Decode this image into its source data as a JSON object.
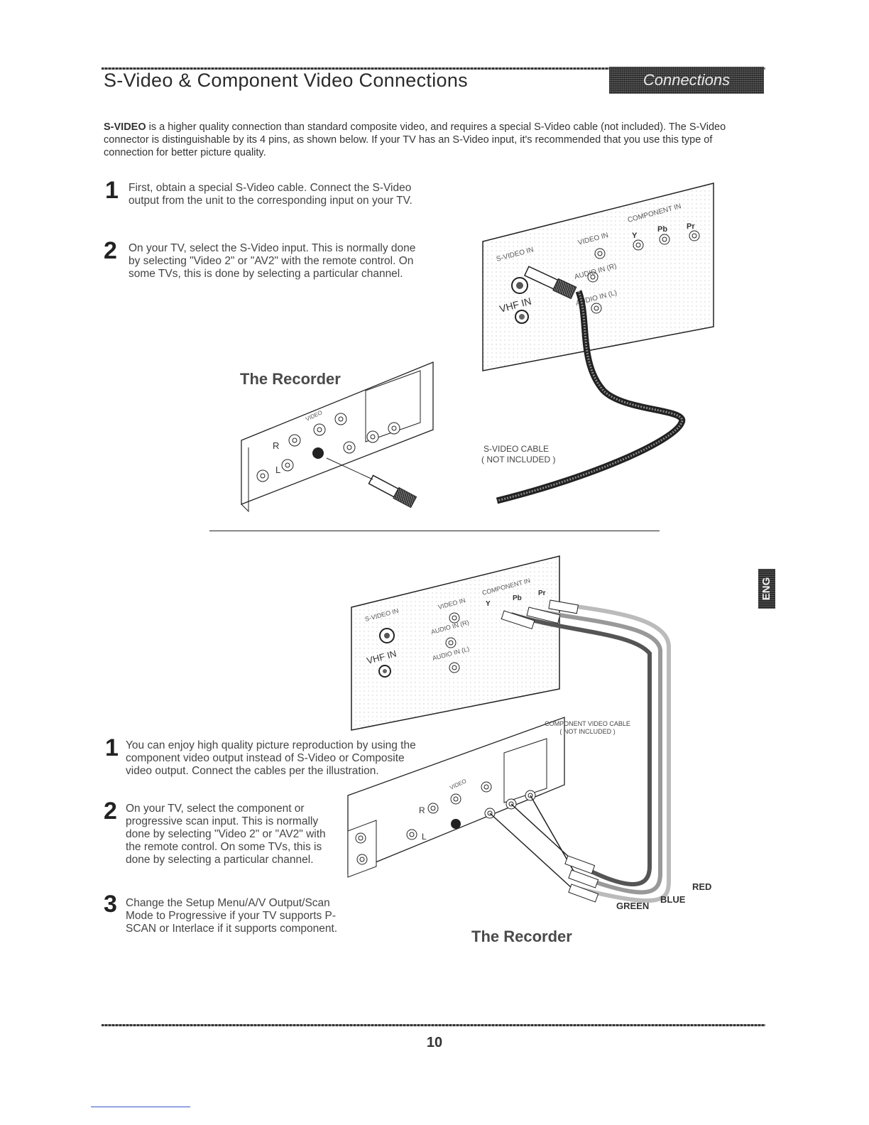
{
  "header": {
    "title": "S-Video & Component Video Connections",
    "section_tab": "Connections"
  },
  "intro": {
    "lead": "S-VIDEO",
    "body": " is a higher quality connection than standard composite video, and requires a special S-Video cable (not included). The S-Video connector is distinguishable by its 4 pins, as shown below. If your TV has an S-Video input, it's recommended that you use this type of connection for better picture quality."
  },
  "svideo_steps": [
    {
      "num": "1",
      "text": "First, obtain a special S-Video cable. Connect the S-Video output from the unit to the corresponding input on your TV."
    },
    {
      "num": "2",
      "text": "On your TV, select the S-Video input. This is normally done by selecting \"Video 2\" or \"AV2\" with the remote control. On some TVs, this is done by selecting a particular channel."
    }
  ],
  "component_steps": [
    {
      "num": "1",
      "text": "You can enjoy high quality picture reproduction by using the component video output instead of S-Video or Composite video output. Connect the cables per the illustration."
    },
    {
      "num": "2",
      "text": "On your TV, select the component or progressive scan input. This is normally done by selecting \"Video 2\" or \"AV2\" with the remote control. On some TVs, this is done by selecting a particular channel."
    },
    {
      "num": "3",
      "text": "Change the Setup Menu/A/V Output/Scan Mode to Progressive if your TV supports P-SCAN or Interlace if it supports component."
    }
  ],
  "diagram_labels": {
    "recorder": "The Recorder",
    "svideo_cable": "S-VIDEO CABLE",
    "svideo_cable_note": "( NOT INCLUDED )",
    "component_cable": "COMPONENT VIDEO CABLE",
    "component_cable_note": "( NOT INCLUDED )",
    "s_video_in": "S-VIDEO IN",
    "video_in": "VIDEO IN",
    "component_in": "COMPONENT IN",
    "y": "Y",
    "pb": "Pb",
    "pr": "Pr",
    "audio_in_r": "AUDIO IN (R)",
    "audio_in_l": "AUDIO IN (L)",
    "vhf_in": "VHF IN",
    "rec_video": "VIDEO",
    "rec_r": "R",
    "rec_l": "L",
    "red": "RED",
    "green": "GREEN",
    "blue": "BLUE"
  },
  "side_tab": "ENG",
  "page_number": "10"
}
